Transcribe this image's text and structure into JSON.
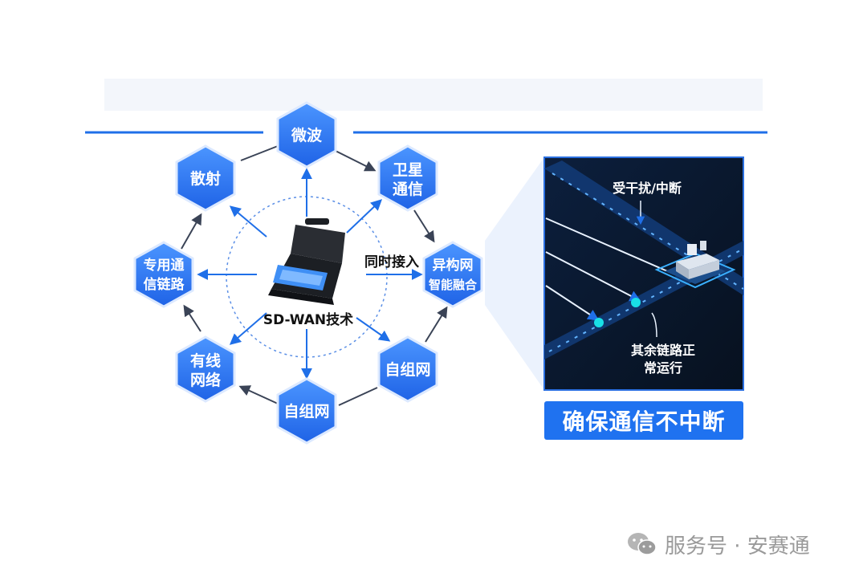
{
  "nodes": {
    "weibo": "微波",
    "sanshe_l1": "散射",
    "weixing_l1": "卫星",
    "weixing_l2": "通信",
    "zhuanyong_l1": "专用通",
    "zhuanyong_l2": "信链路",
    "yigou_l1": "异构网",
    "yigou_l2": "智能融合",
    "youxian_l1": "有线",
    "youxian_l2": "网络",
    "zizu_bottom": "自组网",
    "zizu_right": "自组网"
  },
  "center_label": "SD-WAN技术",
  "access_label": "同时接入",
  "panel": {
    "interference_label": "受干扰/中断",
    "others_l1": "其余链路正",
    "others_l2": "常运行"
  },
  "title": "确保通信不中断",
  "watermark": "服务号 · 安赛通",
  "colors": {
    "hex_blue": "#2f7df2",
    "line_blue": "#1f6fe8",
    "panel_bg": "#0b1a33"
  },
  "icons": [
    "wechat-icon",
    "server-icon",
    "briefcase-device-icon"
  ]
}
